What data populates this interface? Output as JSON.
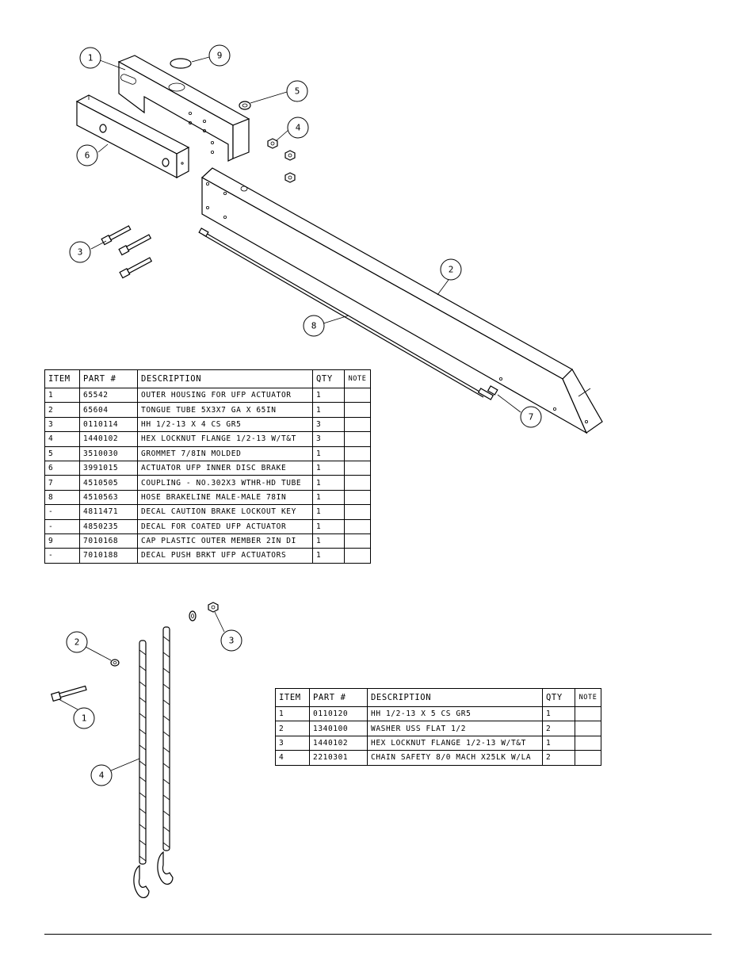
{
  "callouts_top": [
    "1",
    "9",
    "5",
    "4",
    "6",
    "3",
    "2",
    "8",
    "7"
  ],
  "callouts_bottom": [
    "2",
    "3",
    "1",
    "4"
  ],
  "table1": {
    "headers": {
      "item": "ITEM",
      "part": "PART #",
      "description": "DESCRIPTION",
      "qty": "QTY",
      "note": "NOTE"
    },
    "rows": [
      {
        "item": "1",
        "part": "65542",
        "description": "OUTER HOUSING FOR UFP ACTUATOR",
        "qty": "1",
        "note": ""
      },
      {
        "item": "2",
        "part": "65604",
        "description": "TONGUE TUBE 5X3X7 GA X 65IN",
        "qty": "1",
        "note": ""
      },
      {
        "item": "3",
        "part": "0110114",
        "description": "HH 1/2-13 X 4 CS GR5",
        "qty": "3",
        "note": ""
      },
      {
        "item": "4",
        "part": "1440102",
        "description": "HEX LOCKNUT FLANGE 1/2-13 W/T&T",
        "qty": "3",
        "note": ""
      },
      {
        "item": "5",
        "part": "3510030",
        "description": "GROMMET  7/8IN MOLDED",
        "qty": "1",
        "note": ""
      },
      {
        "item": "6",
        "part": "3991015",
        "description": "ACTUATOR UFP INNER  DISC BRAKE",
        "qty": "1",
        "note": ""
      },
      {
        "item": "7",
        "part": "4510505",
        "description": "COUPLING - NO.302X3 WTHR-HD TUBE",
        "qty": "1",
        "note": ""
      },
      {
        "item": "8",
        "part": "4510563",
        "description": "HOSE BRAKELINE MALE-MALE 78IN",
        "qty": "1",
        "note": ""
      },
      {
        "item": "-",
        "part": "4811471",
        "description": "DECAL CAUTION BRAKE LOCKOUT KEY",
        "qty": "1",
        "note": ""
      },
      {
        "item": "-",
        "part": "4850235",
        "description": "DECAL FOR COATED UFP ACTUATOR",
        "qty": "1",
        "note": ""
      },
      {
        "item": "9",
        "part": "7010168",
        "description": "CAP  PLASTIC OUTER MEMBER 2IN DI",
        "qty": "1",
        "note": ""
      },
      {
        "item": "-",
        "part": "7010188",
        "description": "DECAL PUSH BRKT UFP ACTUATORS",
        "qty": "1",
        "note": ""
      }
    ]
  },
  "table2": {
    "headers": {
      "item": "ITEM",
      "part": "PART #",
      "description": "DESCRIPTION",
      "qty": "QTY",
      "note": "NOTE"
    },
    "rows": [
      {
        "item": "1",
        "part": "0110120",
        "description": "HH 1/2-13 X 5 CS GR5",
        "qty": "1",
        "note": ""
      },
      {
        "item": "2",
        "part": "1340100",
        "description": "WASHER USS FLAT 1/2",
        "qty": "2",
        "note": ""
      },
      {
        "item": "3",
        "part": "1440102",
        "description": "HEX LOCKNUT FLANGE 1/2-13 W/T&T",
        "qty": "1",
        "note": ""
      },
      {
        "item": "4",
        "part": "2210301",
        "description": "CHAIN SAFETY 8/0 MACH X25LK W/LA",
        "qty": "2",
        "note": ""
      }
    ]
  }
}
